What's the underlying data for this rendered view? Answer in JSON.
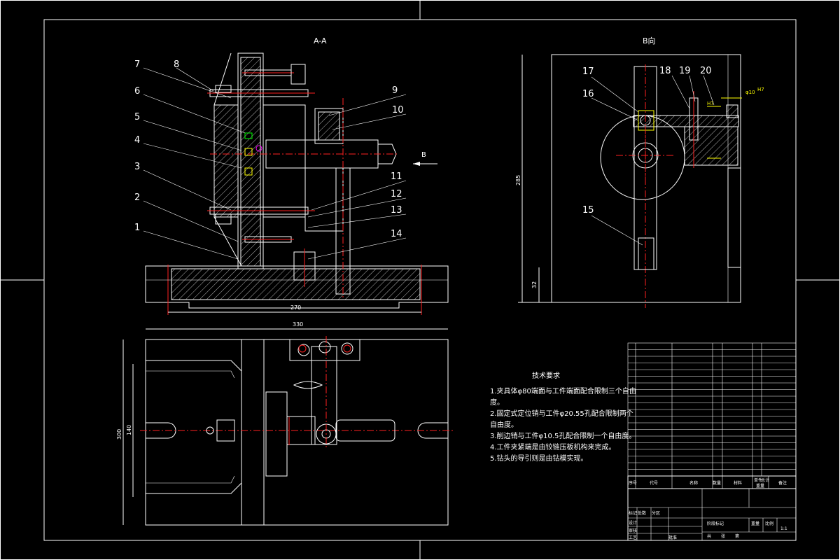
{
  "views": {
    "section_aa": "A-A",
    "view_b": "B向",
    "arrow_b": "B"
  },
  "part_numbers": {
    "p1": "1",
    "p2": "2",
    "p3": "3",
    "p4": "4",
    "p5": "5",
    "p6": "6",
    "p7": "7",
    "p8": "8",
    "p9": "9",
    "p10": "10",
    "p11": "11",
    "p12": "12",
    "p13": "13",
    "p14": "14",
    "p15": "15",
    "p16": "16",
    "p17": "17",
    "p18": "18",
    "p19": "19",
    "p20": "20"
  },
  "dimensions": {
    "width_270": "270",
    "width_330": "330",
    "height_285": "285",
    "height_32": "32",
    "height_300": "300",
    "height_140": "140",
    "dia_10": "φ10",
    "tol_h7": "H7",
    "tol_h7b": "H7"
  },
  "technical_requirements": {
    "title": "技术要求",
    "lines": [
      "1.夹具体φ80端面与工件端面配合限制三个自由",
      "度。",
      "2.固定式定位销与工件φ20.55孔配合限制两个",
      "自由度。",
      "3.削边销与工件φ10.5孔配合限制一个自由度。",
      "4.工件夹紧端是由铰链压板机构来完成。",
      "5.钻头的导引则是由钻模实现。"
    ]
  },
  "title_block": {
    "header": {
      "seq": "序号",
      "code": "代号",
      "name": "名称",
      "qty": "数量",
      "material": "材料",
      "unit_weight": "单件",
      "total_weight": "总计",
      "weight": "重量",
      "remarks": "备注"
    },
    "footer": {
      "mark": "标记",
      "count": "处数",
      "zone": "分区",
      "design": "设计",
      "review": "审核",
      "process": "工艺",
      "approve": "批准",
      "stage_mark": "阶段标记",
      "mass": "重量",
      "scale": "比例",
      "scale_value": "1:1",
      "sheet_total": "共",
      "sheet": "张",
      "sheet_no": "第"
    }
  }
}
